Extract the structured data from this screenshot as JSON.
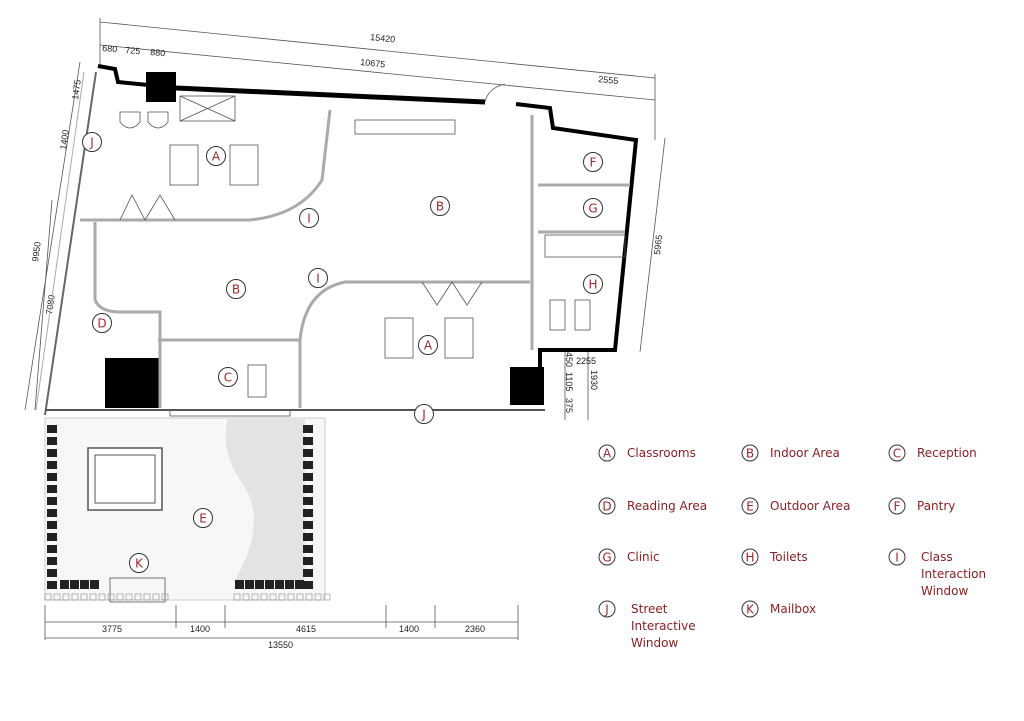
{
  "colors": {
    "accent": "#a0282d",
    "wall": "#000000",
    "partition": "#aaaaaa"
  },
  "dimensions": {
    "top": [
      "15420",
      "680",
      "725",
      "880",
      "10675",
      "2555"
    ],
    "left": [
      "1475",
      "1400",
      "9950",
      "7080"
    ],
    "right": [
      "5965",
      "450",
      "2255",
      "1105",
      "1930",
      "375"
    ],
    "bottom": [
      "3775",
      "1400",
      "4615",
      "1400",
      "2360",
      "13550"
    ]
  },
  "plan_labels": [
    {
      "letter": "J",
      "area": "street-window-left"
    },
    {
      "letter": "A",
      "area": "classroom-top"
    },
    {
      "letter": "I",
      "area": "class-window-top"
    },
    {
      "letter": "B",
      "area": "indoor-top"
    },
    {
      "letter": "F",
      "area": "pantry"
    },
    {
      "letter": "G",
      "area": "clinic"
    },
    {
      "letter": "B",
      "area": "indoor-left"
    },
    {
      "letter": "I",
      "area": "class-window-mid"
    },
    {
      "letter": "H",
      "area": "toilets"
    },
    {
      "letter": "D",
      "area": "reading"
    },
    {
      "letter": "A",
      "area": "classroom-bottom"
    },
    {
      "letter": "C",
      "area": "reception"
    },
    {
      "letter": "J",
      "area": "street-window-bottom"
    },
    {
      "letter": "E",
      "area": "outdoor"
    },
    {
      "letter": "K",
      "area": "mailbox"
    }
  ],
  "legend": [
    {
      "letter": "A",
      "label": "Classrooms"
    },
    {
      "letter": "B",
      "label": "Indoor Area"
    },
    {
      "letter": "C",
      "label": "Reception"
    },
    {
      "letter": "D",
      "label": "Reading Area"
    },
    {
      "letter": "E",
      "label": "Outdoor Area"
    },
    {
      "letter": "F",
      "label": "Pantry"
    },
    {
      "letter": "G",
      "label": "Clinic"
    },
    {
      "letter": "H",
      "label": "Toilets"
    },
    {
      "letter": "I",
      "label": "Class Interaction Window",
      "lines": [
        "Class",
        "Interaction",
        "Window"
      ]
    },
    {
      "letter": "J",
      "label": "Street Interactive Window",
      "lines": [
        "Street",
        "Interactive",
        "Window"
      ]
    },
    {
      "letter": "K",
      "label": "Mailbox"
    }
  ]
}
